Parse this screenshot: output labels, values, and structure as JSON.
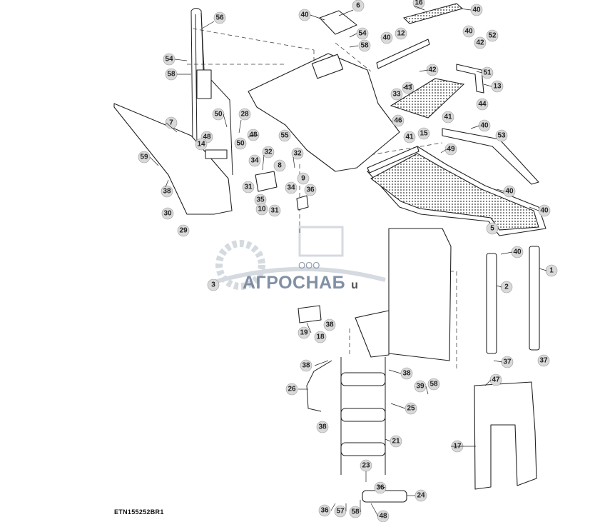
{
  "document_code": "ETN155252BR1",
  "watermark": {
    "subtitle": "ООО",
    "name": "АГРОСНАБ",
    "suffix": "u"
  },
  "callouts": [
    "1",
    "2",
    "3",
    "5",
    "6",
    "7",
    "8",
    "9",
    "10",
    "12",
    "13",
    "14",
    "15",
    "16",
    "17",
    "18",
    "19",
    "21",
    "23",
    "24",
    "25",
    "26",
    "28",
    "29",
    "30",
    "31",
    "32",
    "33",
    "34",
    "35",
    "36",
    "37",
    "38",
    "39",
    "40",
    "41",
    "42",
    "43",
    "44",
    "46",
    "47",
    "48",
    "49",
    "50",
    "51",
    "52",
    "53",
    "54",
    "55",
    "56",
    "57",
    "58",
    "59"
  ]
}
